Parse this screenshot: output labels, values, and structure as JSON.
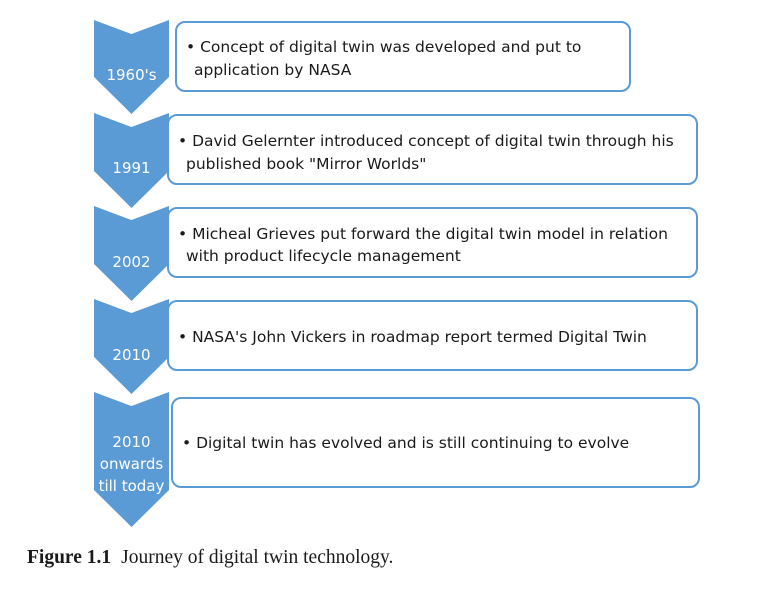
{
  "timeline": [
    {
      "label": [
        "1960's"
      ],
      "text": [
        "• Concept of digital twin was developed and put to",
        "application by NASA"
      ]
    },
    {
      "label": [
        "1991"
      ],
      "text": [
        "• David Gelernter introduced concept of digital twin through his",
        "published book \"Mirror Worlds\""
      ]
    },
    {
      "label": [
        "2002"
      ],
      "text": [
        "• Micheal Grieves put forward the digital twin model in relation",
        "with product lifecycle management"
      ]
    },
    {
      "label": [
        "2010"
      ],
      "text": [
        "• NASA's John Vickers in roadmap report termed Digital Twin"
      ]
    },
    {
      "label": [
        "2010",
        "onwards",
        "till today"
      ],
      "text": [
        "• Digital twin has evolved and is still continuing to evolve"
      ]
    }
  ],
  "caption": {
    "number": "Figure 1.1",
    "text": "Journey of digital twin technology."
  },
  "colors": {
    "chevron": "#5b9bd5",
    "box_border": "#5b9bd5",
    "text": "#1a1a1a"
  }
}
